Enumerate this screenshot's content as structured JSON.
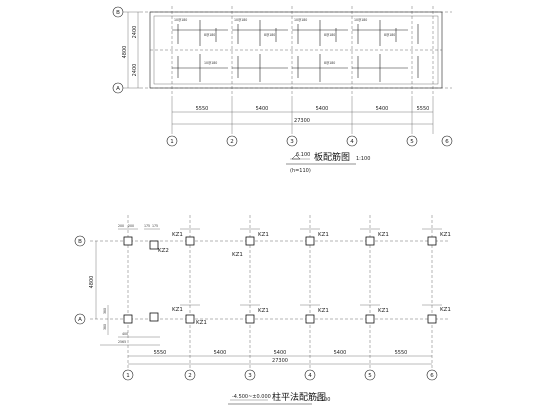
{
  "top_plan": {
    "title": "板配筋图",
    "scale": "1:100",
    "level": "6.100",
    "note": "(h=110)",
    "row_axes": [
      "B",
      "A"
    ],
    "col_axes": [
      "1",
      "2",
      "3",
      "4",
      "5",
      "6"
    ],
    "spans": [
      "5550",
      "5400",
      "5400",
      "5400",
      "5550"
    ],
    "total": "27300",
    "row_dims": [
      "4800",
      "2400",
      "2400"
    ],
    "rebar_labels": [
      "10@180",
      "8@180",
      "10@180",
      "8@180",
      "10@180",
      "8@180",
      "10@180",
      "8@180",
      "10@180",
      "8@180"
    ]
  },
  "bottom_plan": {
    "title": "柱平法配筋图",
    "scale": "1:100",
    "level": "-4.500~±0.000",
    "row_axes": [
      "B",
      "A"
    ],
    "col_axes": [
      "1",
      "2",
      "3",
      "4",
      "5",
      "6"
    ],
    "spans": [
      "5550",
      "5400",
      "5400",
      "5400",
      "5550"
    ],
    "total": "27300",
    "row_dim": "4800",
    "col_tags_top": [
      "KZ1",
      "KZ2",
      "KZ1",
      "KZ1",
      "KZ1",
      "KZ1",
      "KZ1"
    ],
    "col_tags_bottom": [
      "KZ1",
      "KZ1",
      "KZ1",
      "KZ1",
      "KZ1",
      "KZ1"
    ],
    "section_dims": [
      "200",
      "200",
      "175",
      "175"
    ],
    "misc": [
      "380",
      "380",
      "400",
      "2565"
    ]
  }
}
